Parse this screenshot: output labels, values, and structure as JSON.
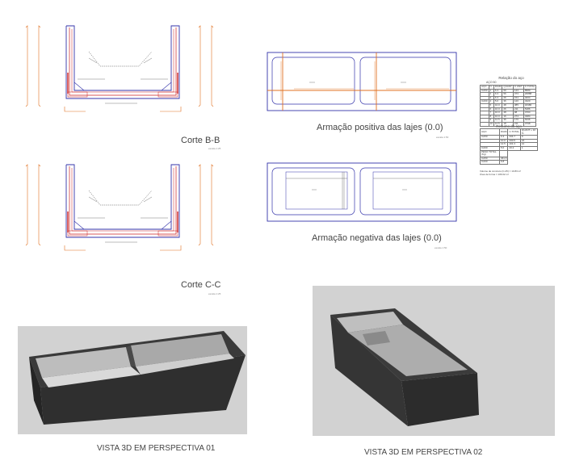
{
  "sections": [
    {
      "id": "bb",
      "title": "Corte B-B",
      "scale": "escala 1:25"
    },
    {
      "id": "cc",
      "title": "Corte C-C",
      "scale": "escala 1:25"
    }
  ],
  "slabs": [
    {
      "id": "positiva",
      "title": "Armação positiva das lajes (0.0)",
      "scale": "escala 1:50"
    },
    {
      "id": "negativa",
      "title": "Armação negativa das lajes (0.0)",
      "scale": "escala 1:50"
    }
  ],
  "rebar_table": {
    "title": "Relação do aço",
    "subtitle": "AÇO 50",
    "headers": [
      "AÇO",
      "N",
      "DIAM",
      "QUANT",
      "C.UNIT",
      "C.TOTAL"
    ],
    "rows": [
      [
        "CA50",
        "1",
        "6.3",
        "60",
        "143",
        "8580"
      ],
      [
        "",
        "2",
        "6.3",
        "56",
        "373",
        "20888"
      ],
      [
        "",
        "3",
        "6.3",
        "26",
        "154",
        "4004"
      ],
      [
        "CA60",
        "4",
        "5.0",
        "36",
        "120",
        "4320"
      ],
      [
        "",
        "5",
        "10.0",
        "48",
        "385",
        "18480"
      ],
      [
        "",
        "6",
        "10.0",
        "26",
        "211",
        "5486"
      ],
      [
        "",
        "7",
        "10.0",
        "48",
        "98",
        "4704"
      ],
      [
        "",
        "8",
        "10.0",
        "16",
        "274",
        "4384"
      ],
      [
        "",
        "9",
        "12.5",
        "36",
        "176",
        "6336"
      ],
      [
        "",
        "10",
        "12.5",
        "18",
        "211",
        "3798"
      ]
    ]
  },
  "summary_table": {
    "title": "Resumo do aço",
    "headers": [
      "AÇO",
      "DIAM",
      "C.TOTAL",
      "QUANT + 10 %"
    ],
    "rows": [
      [
        "CA50",
        "6.3",
        "334.7",
        "9"
      ],
      [
        "",
        "10.0",
        "330.5",
        "24"
      ],
      [
        "",
        "12.5",
        "101.3",
        "12"
      ],
      [
        "CA60",
        "5.0",
        "43.2",
        "1"
      ]
    ],
    "footer": [
      [
        "PESO TOTAL (Kg)",
        ""
      ],
      [
        "CA50",
        "361.6"
      ],
      [
        "CA60",
        "6.8"
      ]
    ],
    "notes": [
      "Volume de concreto (C-25) = 10.83 m³",
      "Área de forma = 106.62 m²"
    ]
  },
  "views": [
    {
      "id": "v1",
      "title": "VISTA 3D EM PERSPECTIVA 01"
    },
    {
      "id": "v2",
      "title": "VISTA 3D EM PERSPECTIVA 02"
    }
  ],
  "colors": {
    "concrete_outline": "#3333aa",
    "rebar_red": "#cc2222",
    "dimension_orange": "#e07020",
    "dark_face": "#2e2e2e",
    "render_bg": "#d2d2d2"
  }
}
